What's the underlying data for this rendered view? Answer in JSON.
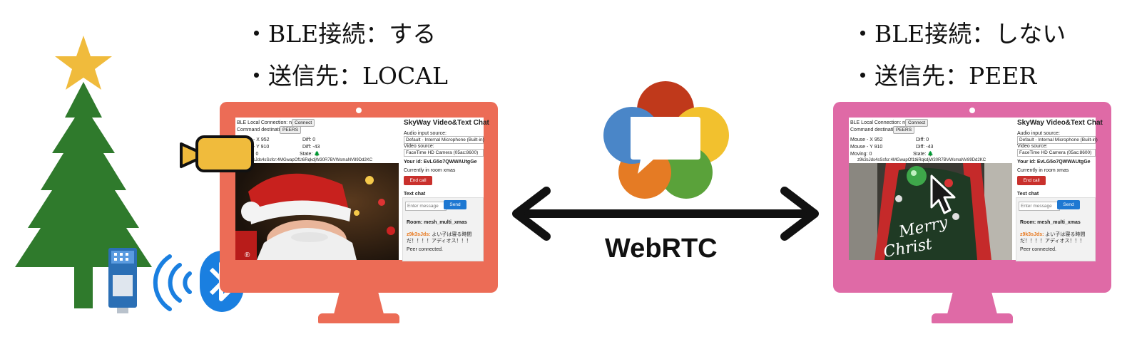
{
  "captions": {
    "left": {
      "line1": "・BLE接続：する",
      "line2": "・送信先：LOCAL"
    },
    "right": {
      "line1": "・BLE接続：しない",
      "line2": "・送信先：PEER"
    }
  },
  "center": {
    "label": "WebRTC"
  },
  "left_screen": {
    "ble_local_connection": "BLE Local Connection: none",
    "connect_button": "Connect",
    "command_destination": "Command destination:",
    "command_value": "PEERS",
    "mouse_x": "Mouse - X  952",
    "mouse_y": "Mouse - Y  910",
    "moving": "Moving: 0",
    "diff1": "Diff: 0",
    "diff2": "Diff: -43",
    "state": "State: 🌲",
    "peer_token": "z9k3sJds4sSsfcr:4MGwapOf1t6RqkdjW30R7BVWsmaNV89Dd2KC",
    "app_title": "SkyWay Video&Text Chat",
    "audio_label": "Audio input source:",
    "audio_value": "Default - Internal Microphone (Built-in)",
    "video_label": "Video source:",
    "video_value": "FaceTime HD Camera (05ac:8600)",
    "your_id": "Your id: EvLG5o7QWWAUtgGe",
    "current_room": "Currently in room xmas",
    "end_call": "End call",
    "text_chat": "Text chat",
    "message_placeholder": "Enter message",
    "send_button": "Send",
    "room_name": "Room: mesh_multi_xmas",
    "chat_user": "z9k3sJds:",
    "chat_msg": " よい子は寝る時間だ！！！！アディオス！！！",
    "peer_status": "Peer connected.",
    "reg_mark": "®"
  },
  "right_screen": {
    "ble_local_connection": "BLE Local Connection: none",
    "connect_button": "Connect",
    "command_destination": "Command destination:",
    "command_value": "PEERS",
    "mouse_x": "Mouse - X  952",
    "mouse_y": "Mouse - Y  910",
    "moving": "Moving: 0",
    "diff1": "Diff: 0",
    "diff2": "Diff: -43",
    "state": "State: 🌲",
    "peer_token": "z9k3sJds4sSsfcr:4MGwapOf1t6RqkdjW30R7BVWsmaNV89Dd2KC",
    "app_title": "SkyWay Video&Text Chat",
    "audio_label": "Audio input source:",
    "audio_value": "Default - Internal Microphone (Built-in)",
    "video_label": "Video source:",
    "video_value": "FaceTime HD Camera (05ac:8600)",
    "your_id": "Your id: EvLG5o7QWWAUtgGe",
    "current_room": "Currently in room xmas",
    "end_call": "End call",
    "text_chat": "Text chat",
    "message_placeholder": "Enter message",
    "send_button": "Send",
    "room_name": "Room: mesh_multi_xmas",
    "chat_user": "z9k3sJds:",
    "chat_msg": " よい子は寝る時間だ！！！！アディオス！！！",
    "peer_status": "Peer connected.",
    "merry": "Merry",
    "christmas": "Christ"
  },
  "colors": {
    "left_monitor": "#ec6c56",
    "right_monitor": "#df6aa6",
    "tree": "#2f7a2c",
    "star": "#f0bb3c",
    "camera": "#f0bb3c",
    "bluetooth": "#1a7fe0",
    "webrtc_red": "#c0391b",
    "webrtc_yellow": "#f2c12e",
    "webrtc_green": "#5aa23a",
    "webrtc_orange": "#e57b24",
    "webrtc_blue": "#4a86c8"
  },
  "icons": [
    "star-icon",
    "tree-icon",
    "camera-icon",
    "device-icon",
    "wireless-icon",
    "bluetooth-icon",
    "webrtc-logo-icon",
    "double-arrow-icon",
    "cursor-icon"
  ]
}
